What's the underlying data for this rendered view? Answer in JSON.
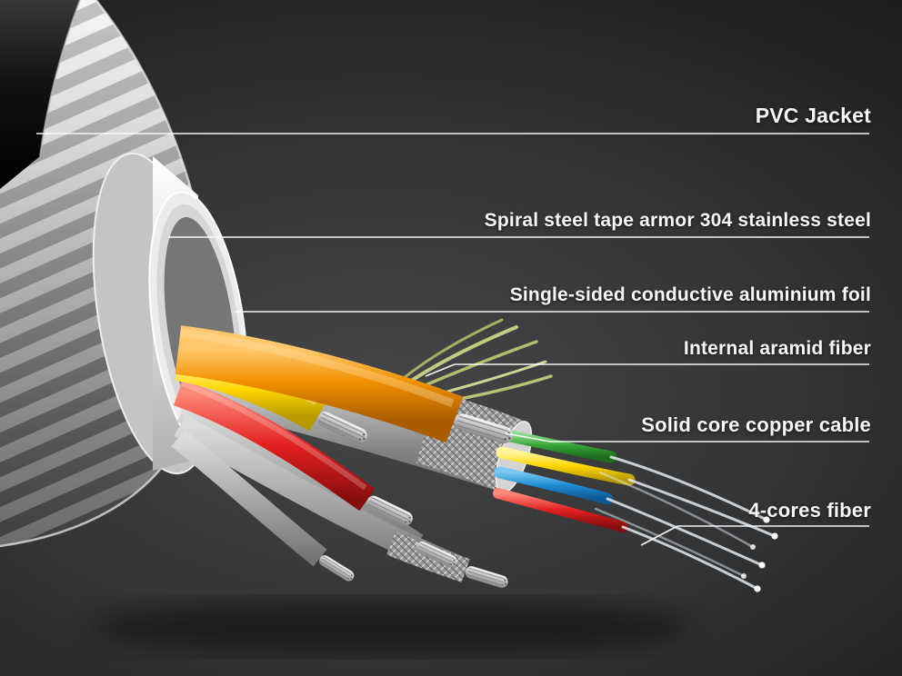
{
  "labels": {
    "pvc": {
      "text": "PVC Jacket"
    },
    "armor": {
      "text": "Spiral steel tape armor 304 stainless steel"
    },
    "foil": {
      "text": "Single-sided conductive aluminium foil"
    },
    "aramid": {
      "text": "Internal aramid fiber"
    },
    "copper": {
      "text": "Solid core copper cable"
    },
    "fiber": {
      "text": "4-cores fiber"
    }
  },
  "colors": {
    "background": "#333436",
    "pvc_jacket": "#0a0a0a",
    "steel_armor": "#c9c9c9",
    "inner_sheath": "#ececec",
    "aluminium_foil": "#d7d7d7",
    "orange_wire": "#f29100",
    "yellow_wire": "#ffd600",
    "red_wire": "#e11f1f",
    "gray_wire": "#a9a9a9",
    "aramid_fiber": "#c8cd82",
    "core_green": "#35a435",
    "core_yellow": "#ffd600",
    "core_blue": "#1f8bd3",
    "core_red": "#e11f1f",
    "fiber_strand": "#e3eaef",
    "label_text": "#f7f7f7",
    "leader_line": "#fdfdfd"
  }
}
